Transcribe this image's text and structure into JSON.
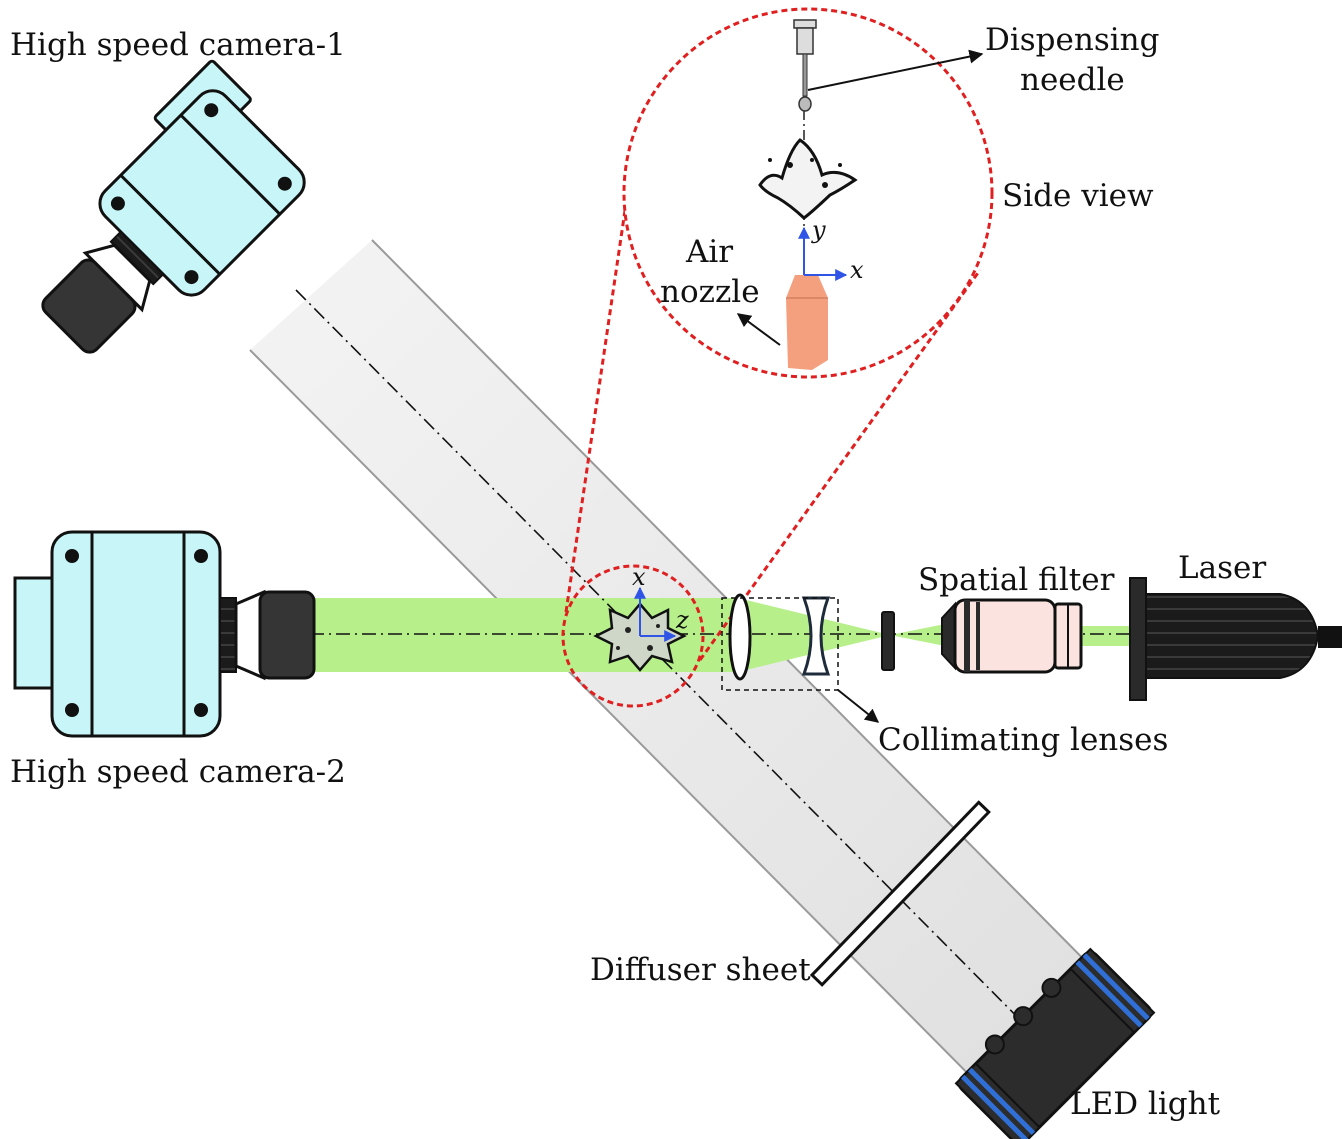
{
  "labels": {
    "camera1": "High speed camera-1",
    "camera2": "High speed camera-2",
    "dispensing_line1": "Dispensing",
    "dispensing_line2": "needle",
    "side_view": "Side view",
    "air": "Air",
    "nozzle": "nozzle",
    "spatial_filter": "Spatial filter",
    "laser": "Laser",
    "collimating_lenses": "Collimating lenses",
    "diffuser_sheet": "Diffuser sheet",
    "led_light": "LED light"
  },
  "axes": {
    "inset_x": "x",
    "inset_y": "y",
    "main_x": "x",
    "main_z": "z"
  },
  "colors": {
    "camera_body": "#c8f6f8",
    "laser_beam": "#b7f08a",
    "zoom_circle": "#e02020",
    "nozzle": "#f4a07e",
    "axis_arrow": "#2f54e6",
    "led_stripe": "#2f6fd6",
    "filter_body": "#fbe4e0"
  }
}
